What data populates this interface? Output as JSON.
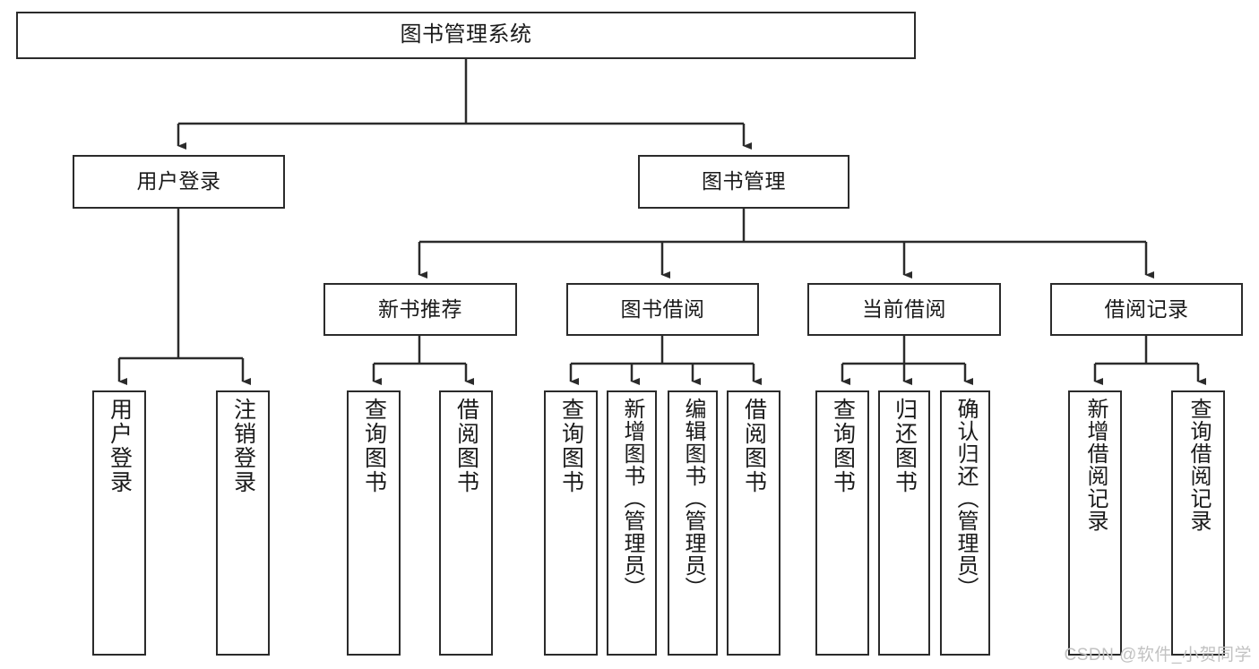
{
  "diagram": {
    "title": "图书管理系统",
    "stroke_color": "#2b2b2b",
    "background_color": "#ffffff",
    "text_color": "#1a1a1a",
    "root": {
      "label": "图书管理系统"
    },
    "level2": [
      {
        "label": "用户登录"
      },
      {
        "label": "图书管理"
      }
    ],
    "level3": [
      {
        "label": "新书推荐"
      },
      {
        "label": "图书借阅"
      },
      {
        "label": "当前借阅"
      },
      {
        "label": "借阅记录"
      }
    ],
    "leaves": {
      "user_login": [
        {
          "label": "用户登录"
        },
        {
          "label": "注销登录"
        }
      ],
      "new_book_recommend": [
        {
          "label": "查询图书"
        },
        {
          "label": "借阅图书"
        }
      ],
      "book_borrow": [
        {
          "label": "查询图书"
        },
        {
          "label": "新增图书（管理员）"
        },
        {
          "label": "编辑图书（管理员）"
        },
        {
          "label": "借阅图书"
        }
      ],
      "current_borrow": [
        {
          "label": "查询图书"
        },
        {
          "label": "归还图书"
        },
        {
          "label": "确认归还（管理员）"
        }
      ],
      "borrow_record": [
        {
          "label": "新增借阅记录"
        },
        {
          "label": "查询借阅记录"
        }
      ]
    }
  },
  "watermark": {
    "text": "CSDN @软件_小贺同学"
  }
}
